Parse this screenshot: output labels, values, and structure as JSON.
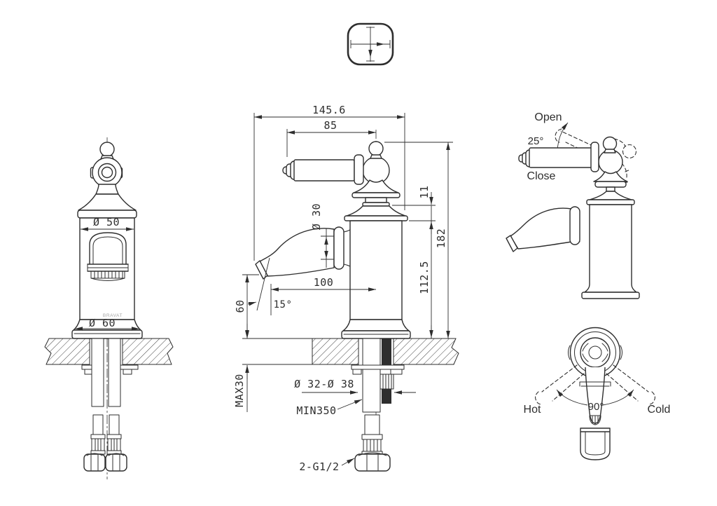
{
  "drawing": {
    "line_color": "#2e2e2e",
    "brand_color": "#a3a3a3",
    "type": "faucet installation dimension drawing"
  },
  "front_view": {
    "body_diameter": "Ø 50",
    "base_diameter": "Ø 60",
    "brand": "BRAVAT"
  },
  "side_view": {
    "overall_length": "145.6",
    "handle_length": "85",
    "spout_diameter": "Ø 30",
    "cap_height": "11",
    "overall_height": "182",
    "body_height": "112.5",
    "spout_reach": "100",
    "outlet_angle": "15°",
    "outlet_height": "60",
    "deck_thickness": "MAX30",
    "hole_diameter": "Ø 32-Ø 38",
    "hose_length": "MIN350",
    "thread": "2-G1/2"
  },
  "handle_view": {
    "open": "Open",
    "angle": "25°",
    "close": "Close"
  },
  "top_view": {
    "hot": "Hot",
    "angle": "90°",
    "cold": "Cold"
  }
}
